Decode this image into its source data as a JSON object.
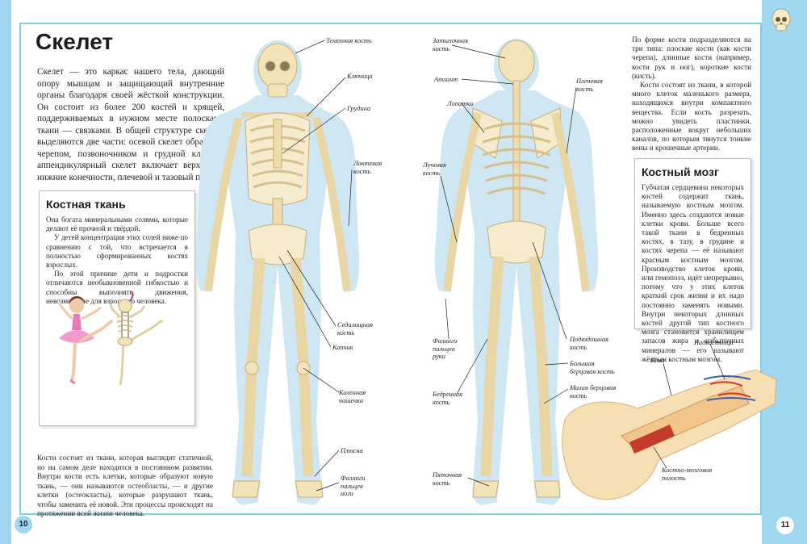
{
  "title": "Скелет",
  "intro": "Скелет — это каркас нашего тела, дающий опору мышцам и защищающий внутренние органы благодаря своей жёсткой конструкции. Он состоит из более 200 костей и хрящей, поддерживаемых в нужном месте полосками ткани — связками. В общей структуре скелета выделяются две части: осевой скелет образован черепом, позвоночником и грудной клеткой; аппендикулярный скелет включает верхние и нижние конечности, плечевой и тазовый пояс.",
  "bone_tissue": {
    "heading": "Костная ткань",
    "p1": "Она богата минеральными солями, которые делают её прочной и твёрдой.",
    "p2": "У детей концентрация этих солей ниже по сравнению с той, что встречается в полностью сформированных костях взрослых.",
    "p3": "По этой причине дети и подростки отличаются необыкновенной гибкостью и способны выполнять движения, невозможные для взрослого человека."
  },
  "bottom_text": "Кости состоят из ткани, которая выглядит статичной, но на самом деле находится в постоянном развитии. Внутри кости есть клетки, которые образуют новую ткань, — они называются остеобласты, — и другие клетки (остеокласты), которые разрушают ткань, чтобы заменить её новой. Эти процессы происходят на протяжении всей жизни человека.",
  "right_text": {
    "p1": "По форме кости подразделяются на три типа: плоские кости (как кости черепа), длинные кости (например, кости рук и ног), короткие кости (кисть).",
    "p2": "Кости состоят из ткани, в которой много клеток маленького размера, находящихся внутри компактного вещества. Если кость разрезать, можно увидеть пластинки, расположенные вокруг небольших каналов, по которым тянутся тонкие вены и крошечные артерии."
  },
  "marrow": {
    "heading": "Костный мозг",
    "text": "Губчатая сердцевина некоторых костей содержит ткань, называемую костным мозгом. Именно здесь создаются новые клетки крови. Больше всего такой ткани в бедренных костях, в тазу, в грудине и костях черепа — её называют красным костным мозгом. Производство клеток крови, или гемопоэз, идёт непрерывно, потому что у этих клеток краткий срок жизни и их надо постоянно заменять новыми. Внутри некоторых длинных костей другой тип костного мозга становится хранилищем запасов жира и избыточных минералов — его называют жёлтым костным мозгом."
  },
  "front_labels": {
    "parietal": "Теменная кость",
    "clavicle": "Ключица",
    "sternum": "Грудина",
    "ulna": "Локтевая кость",
    "ischium": "Седалищная кость",
    "coccyx": "Копчик",
    "patella": "Коленная чашечка",
    "metatarsus": "Плюсна",
    "toe_phalanges": "Фаланги пальцев ноги"
  },
  "back_labels": {
    "occipital": "Затылочная кость",
    "atlas": "Атлант",
    "scapula": "Лопатка",
    "humerus": "Плечевая кость",
    "radius": "Лучевая кость",
    "finger_phalanges": "Фаланги пальцев руки",
    "ilium": "Подвздошная кость",
    "tibia": "Большая берцовая кость",
    "fibula": "Малая берцовая кость",
    "femur": "Бедренная кость",
    "heel": "Пяточная кость"
  },
  "bone_labels": {
    "vein": "Вена",
    "periosteum": "Надкостница",
    "marrow_cavity": "Костно-мозговая полость"
  },
  "page_numbers": {
    "left": "10",
    "right": "11"
  },
  "colors": {
    "accent_blue": "#9fd6f0",
    "bone": "#f3e3b8",
    "body": "#cfe6f3"
  }
}
